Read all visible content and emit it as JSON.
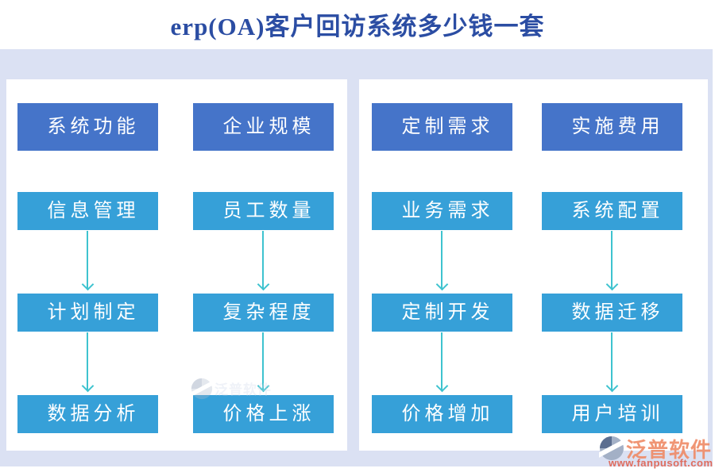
{
  "title": "erp(OA)客户回访系统多少钱一套",
  "panels": [
    {
      "name": "left",
      "columns": [
        {
          "header": "系统功能",
          "items": [
            "信息管理",
            "计划制定",
            "数据分析"
          ]
        },
        {
          "header": "企业规模",
          "items": [
            "员工数量",
            "复杂程度",
            "价格上涨"
          ]
        }
      ]
    },
    {
      "name": "right",
      "columns": [
        {
          "header": "定制需求",
          "items": [
            "业务需求",
            "定制开发",
            "价格增加"
          ]
        },
        {
          "header": "实施费用",
          "items": [
            "系统配置",
            "数据迁移",
            "用户培训"
          ]
        }
      ]
    }
  ],
  "watermark": {
    "brand": "泛普软件",
    "url": "www.fanpusoft.com",
    "logo": "fanpu-logo"
  },
  "colors": {
    "title_text": "#2b4da3",
    "header_box": "#4574c9",
    "item_box": "#36a0d8",
    "arrow": "#3ec3cf",
    "band_background": "#dbe1f3",
    "panel_background": "#ffffff",
    "box_text": "#ffffff",
    "watermark_brand": "#ef8a66",
    "watermark_url": "#e0604e"
  }
}
